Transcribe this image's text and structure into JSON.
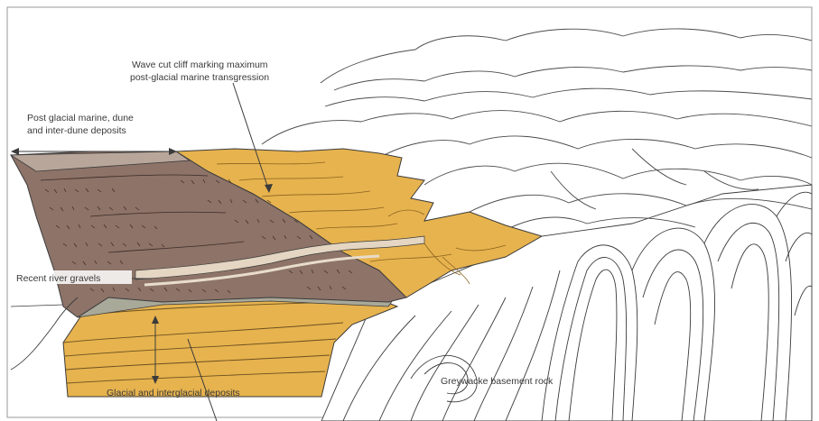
{
  "labels": {
    "wave_cut_line1": "Wave cut cliff marking maximum",
    "wave_cut_line2": "post-glacial marine transgression",
    "post_glacial_line1": "Post glacial marine, dune",
    "post_glacial_line2": "and inter-dune deposits",
    "river_gravels": "Recent river gravels",
    "glacial": "Glacial and interglacial deposits",
    "greywacke": "Greywacke basement rock"
  },
  "colors": {
    "sand": "#e7b34e",
    "sand_dark": "#c98f2b",
    "gravel": "#8d7368",
    "gravel_dark": "#5c4540",
    "gravel_light": "#cdbdaa",
    "ink": "#3b3b3b",
    "paper": "#ffffff"
  }
}
